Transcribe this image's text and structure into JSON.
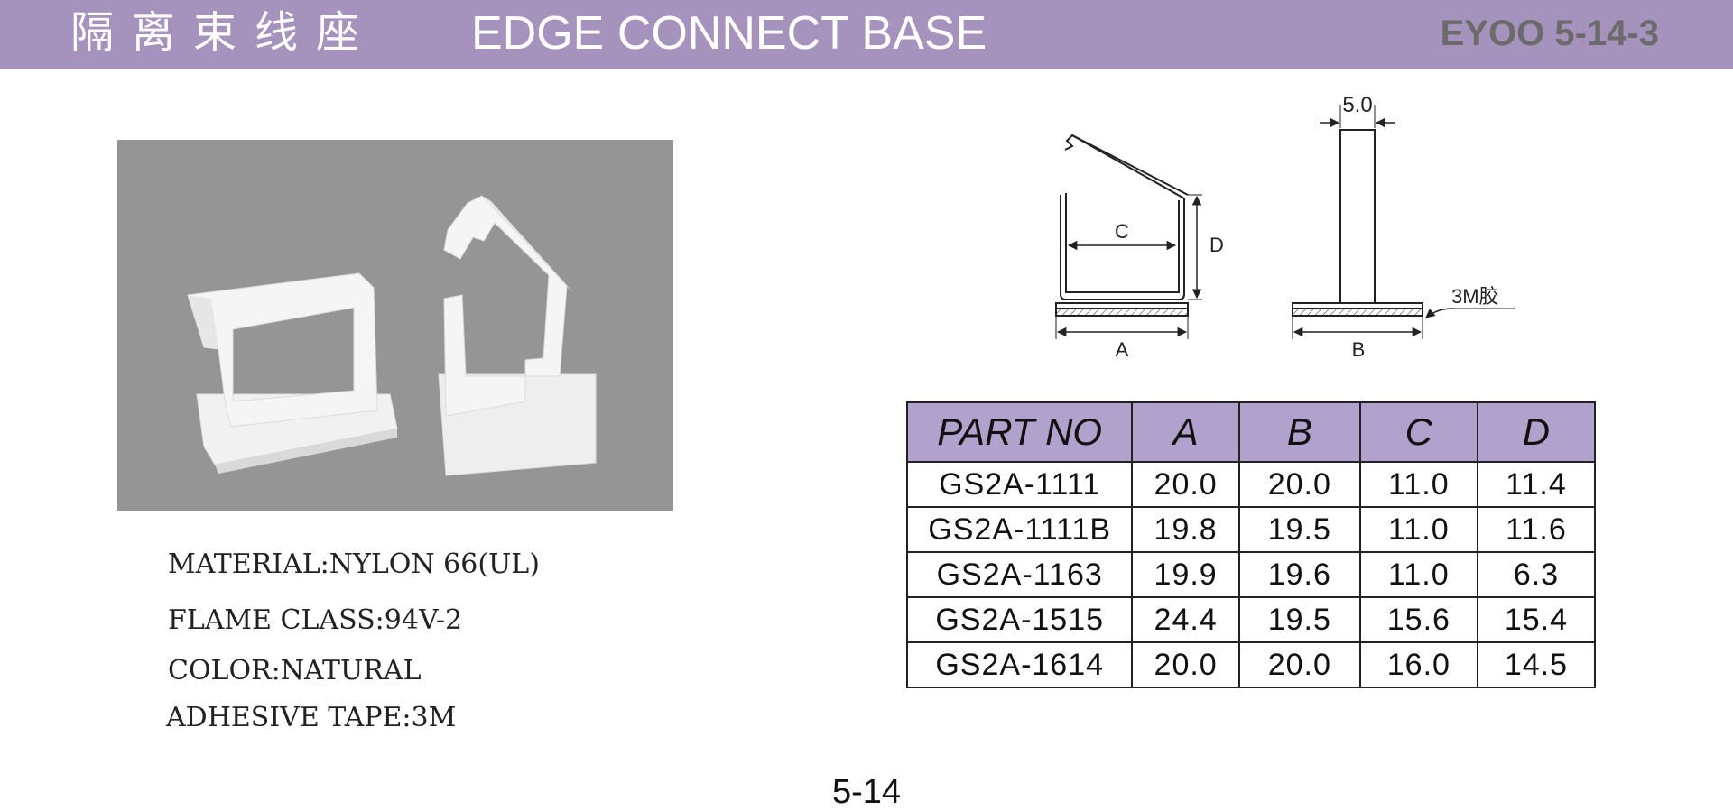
{
  "header": {
    "title_cn": "隔离束线座",
    "title_en": "EDGE CONNECT BASE",
    "code": "EYOO 5-14-3"
  },
  "specs": {
    "material": "MATERIAL:NYLON 66(UL)",
    "flame": "FLAME CLASS:94V-2",
    "color": "COLOR:NATURAL",
    "tape": "ADHESIVE TAPE:3M"
  },
  "drawing": {
    "label_a": "A",
    "label_b": "B",
    "label_c": "C",
    "label_d": "D",
    "width_dim": "5.0",
    "tape_label": "3M胶"
  },
  "table": {
    "headers": [
      "PART NO",
      "A",
      "B",
      "C",
      "D"
    ],
    "rows": [
      [
        "GS2A-1111",
        "20.0",
        "20.0",
        "11.0",
        "11.4"
      ],
      [
        "GS2A-1111B",
        "19.8",
        "19.5",
        "11.0",
        "11.6"
      ],
      [
        "GS2A-1163",
        "19.9",
        "19.6",
        "11.0",
        "6.3"
      ],
      [
        "GS2A-1515",
        "24.4",
        "19.5",
        "15.6",
        "15.4"
      ],
      [
        "GS2A-1614",
        "20.0",
        "20.0",
        "16.0",
        "14.5"
      ]
    ]
  },
  "page_number": "5-14"
}
